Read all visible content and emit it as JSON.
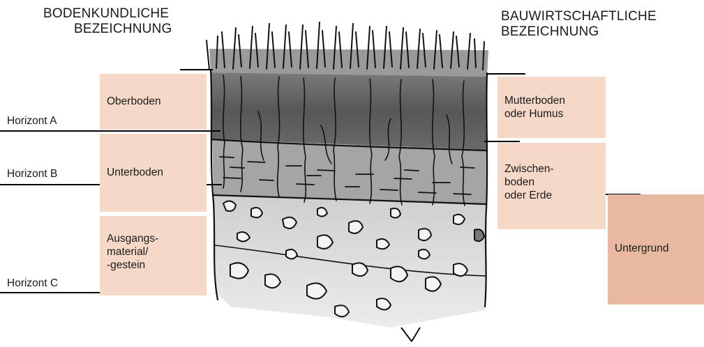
{
  "headers": {
    "left": [
      "BODENKUNDLICHE",
      "BEZEICHNUNG"
    ],
    "right": [
      "BAUWIRTSCHAFTLICHE",
      "BEZEICHNUNG"
    ]
  },
  "horizons": {
    "a": "Horizont A",
    "b": "Horizont B",
    "c": "Horizont C"
  },
  "left_boxes": {
    "oberboden": [
      "Oberboden"
    ],
    "unterboden": [
      "Unterboden"
    ],
    "ausgang": [
      "Ausgangs-",
      "material/",
      "-gestein"
    ]
  },
  "right_boxes": {
    "mutterboden": [
      "Mutterboden",
      "oder Humus"
    ],
    "zwischen": [
      "Zwischen-",
      "boden",
      "oder Erde"
    ],
    "untergrund": [
      "Untergrund"
    ]
  },
  "colors": {
    "box_light": "#f6d8c8",
    "box_dark": "#e8b9a0",
    "topsoil": "#5d5d5d",
    "subsoil": "#a2a2a2",
    "rock": "#d8d8d8",
    "line": "#000000"
  }
}
